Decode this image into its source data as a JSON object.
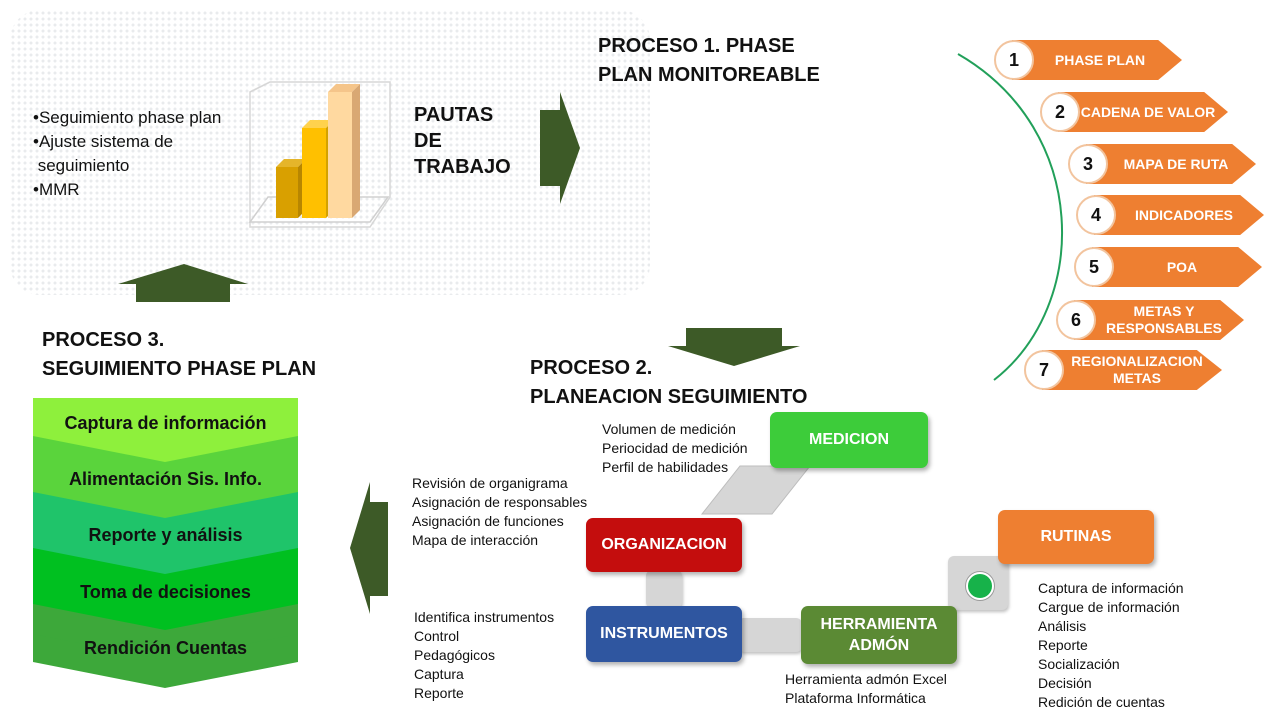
{
  "top_left": {
    "bullets": [
      "•Seguimiento phase plan",
      "•Ajuste sistema de",
      " seguimiento",
      "•MMR"
    ],
    "pautas": [
      "PAUTAS",
      "DE",
      "TRABAJO"
    ]
  },
  "proceso1": {
    "line1": "PROCESO 1. PHASE",
    "line2": "PLAN MONITOREABLE"
  },
  "proceso2": {
    "line1": "PROCESO 2.",
    "line2": "PLANEACION SEGUIMIENTO"
  },
  "proceso3": {
    "line1": "PROCESO 3.",
    "line2": "SEGUIMIENTO PHASE PLAN"
  },
  "steps": [
    {
      "num": "1",
      "label": "PHASE PLAN"
    },
    {
      "num": "2",
      "label": "CADENA DE VALOR"
    },
    {
      "num": "3",
      "label": "MAPA DE RUTA"
    },
    {
      "num": "4",
      "label": "INDICADORES"
    },
    {
      "num": "5",
      "label": "POA"
    },
    {
      "num": "6",
      "label": "METAS Y RESPONSABLES"
    },
    {
      "num": "7",
      "label": "REGIONALIZACION METAS"
    }
  ],
  "chevrons": [
    "Captura de información",
    "Alimentación Sis. Info.",
    "Reporte y análisis",
    "Toma de decisiones",
    "Rendición Cuentas"
  ],
  "nodes": {
    "medicion": "MEDICION",
    "organizacion": "ORGANIZACION",
    "instrumentos": "INSTRUMENTOS",
    "herramienta": "HERRAMIENTA ADMÓN",
    "rutinas": "RUTINAS"
  },
  "lists": {
    "medicion": [
      "Volumen de medición",
      "Periocidad de medición",
      "Perfil de habilidades"
    ],
    "organizacion": [
      "Revisión de organigrama",
      "Asignación de responsables",
      "Asignación de funciones",
      "Mapa de interacción"
    ],
    "instrumentos": [
      "Identifica instrumentos",
      "Control",
      "Pedagógicos",
      "Captura",
      "Reporte"
    ],
    "herramienta": [
      "Herramienta admón Excel",
      "Plataforma Informática"
    ],
    "rutinas": [
      "Captura de información",
      "Cargue de información",
      "Análisis",
      "Reporte",
      "Socialización",
      "Decisión",
      "Redición de cuentas"
    ]
  },
  "colors": {
    "dark_arrow": "#3d5a27",
    "orange": "#ee7f31",
    "medicion": "#3dcc3a",
    "organizacion": "#c40d0d",
    "instrumentos": "#2f56a0",
    "herramienta": "#5b8a34",
    "rutinas": "#ee7f31",
    "dot": "#17b24a"
  }
}
